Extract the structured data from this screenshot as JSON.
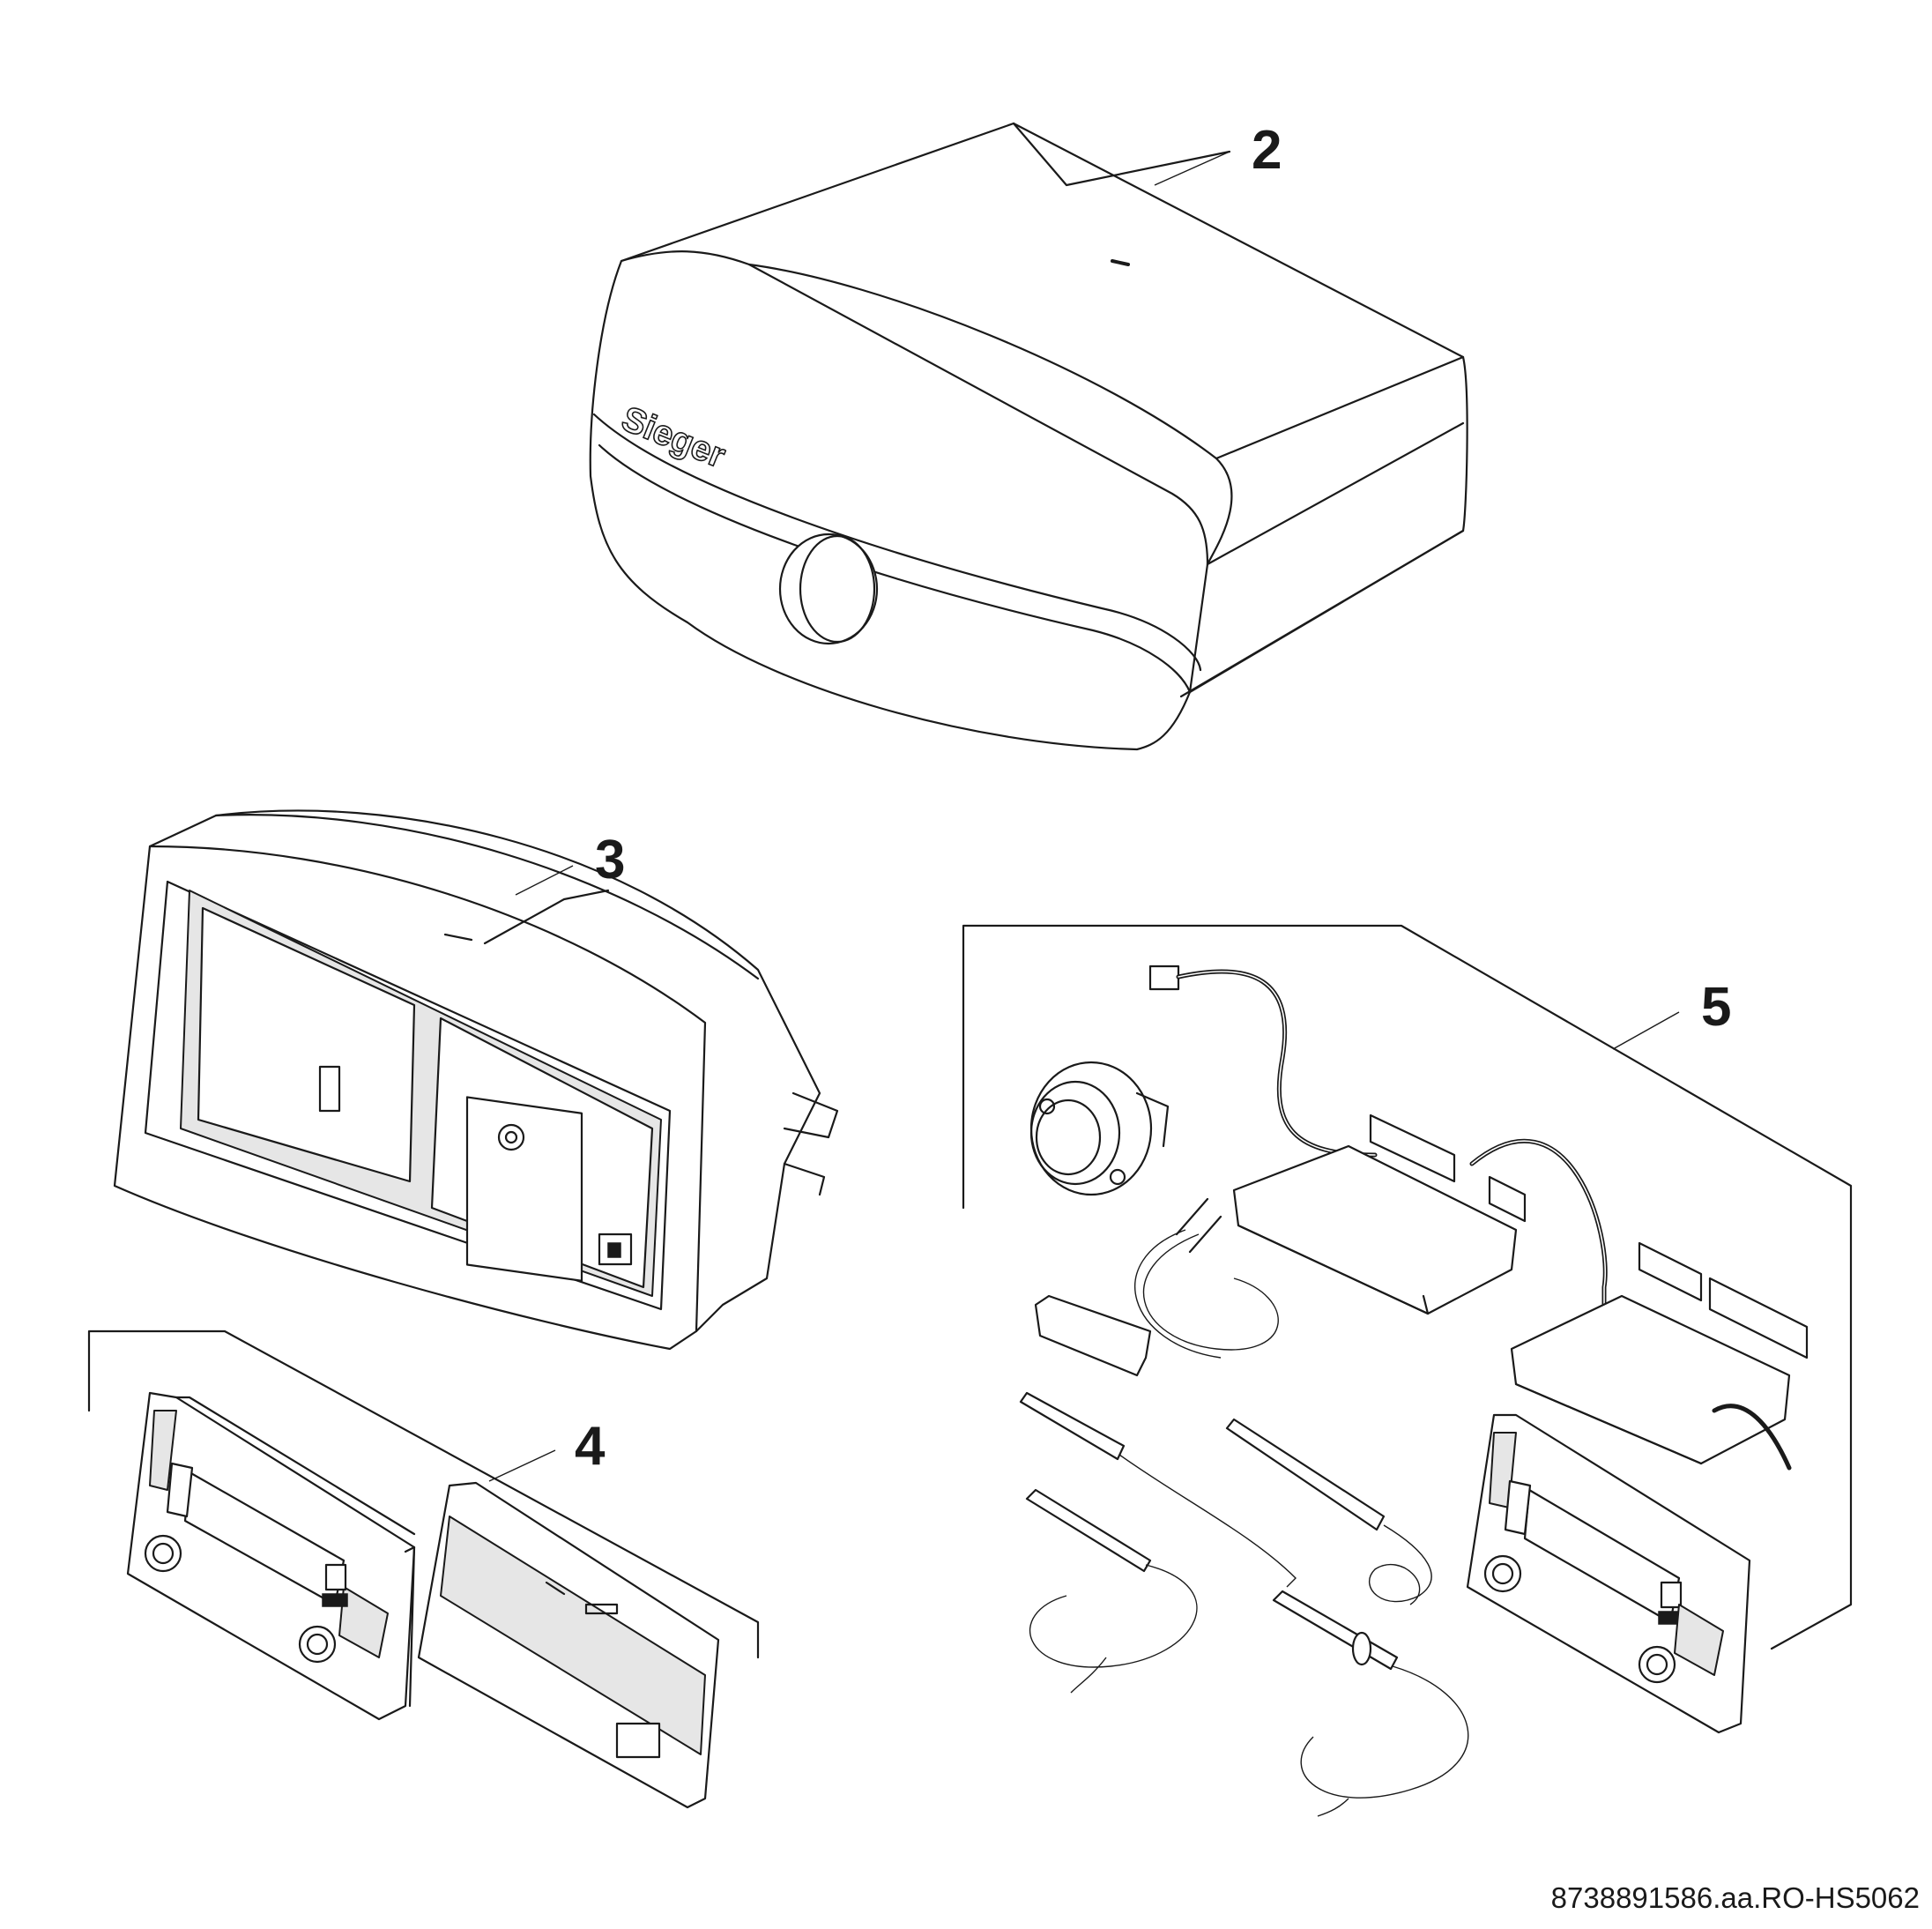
{
  "callouts": {
    "item_2": "2",
    "item_3": "3",
    "item_4": "4",
    "item_5": "5"
  },
  "brand_logo_text": "Sieger",
  "document_reference": "8738891586.aa.RO-HS5062"
}
